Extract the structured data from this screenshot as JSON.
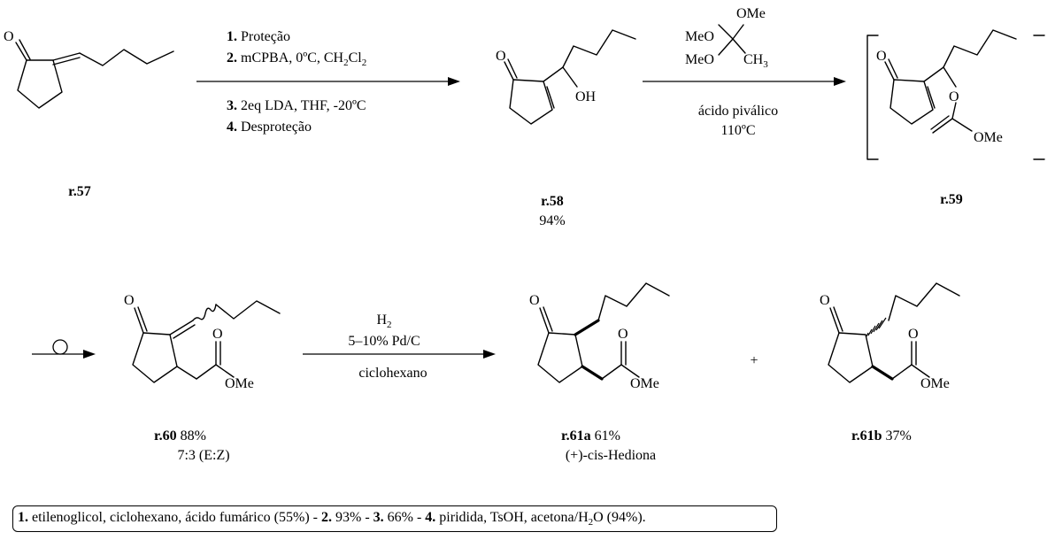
{
  "compounds": {
    "r57": {
      "id": "r.57"
    },
    "r58": {
      "id": "r.58",
      "yield": "94%"
    },
    "r59": {
      "id": "r.59"
    },
    "r60": {
      "id": "r.60",
      "yield": "88%",
      "ratio": "7:3 (E:Z)"
    },
    "r61a": {
      "id": "r.61a",
      "yield": "61%",
      "name": "(+)-cis-Hediona"
    },
    "r61b": {
      "id": "r.61b",
      "yield": "37%"
    }
  },
  "step1": {
    "s1_num": "1.",
    "s1": "Proteção",
    "s2_num": "2.",
    "s2": "mCPBA, 0ºC, CH",
    "s3_num": "3.",
    "s3": "2eq LDA, THF, -20ºC",
    "s4_num": "4.",
    "s4": "Desproteção"
  },
  "step2": {
    "reagent_line1": "ácido piválico",
    "reagent_line2": "110ºC"
  },
  "step3": {
    "line1": "H",
    "line2": "5–10% Pd/C",
    "line3": "ciclohexano"
  },
  "plus": "+",
  "atoms": {
    "O": "O",
    "OH": "OH",
    "OMe": "OMe",
    "MeO": "MeO",
    "CH3": "CH",
    "sub2": "2",
    "sub3": "3"
  },
  "footnote": {
    "n1": "1.",
    "t1": " etilenoglicol, ciclohexano, ácido fumárico (55%) - ",
    "n2": "2.",
    "t2": " 93% - ",
    "n3": "3.",
    "t3": " 66% - ",
    "n4": "4.",
    "t4": " piridida, TsOH, acetona/H",
    "sub": "2",
    "t5": "O (94%)."
  }
}
